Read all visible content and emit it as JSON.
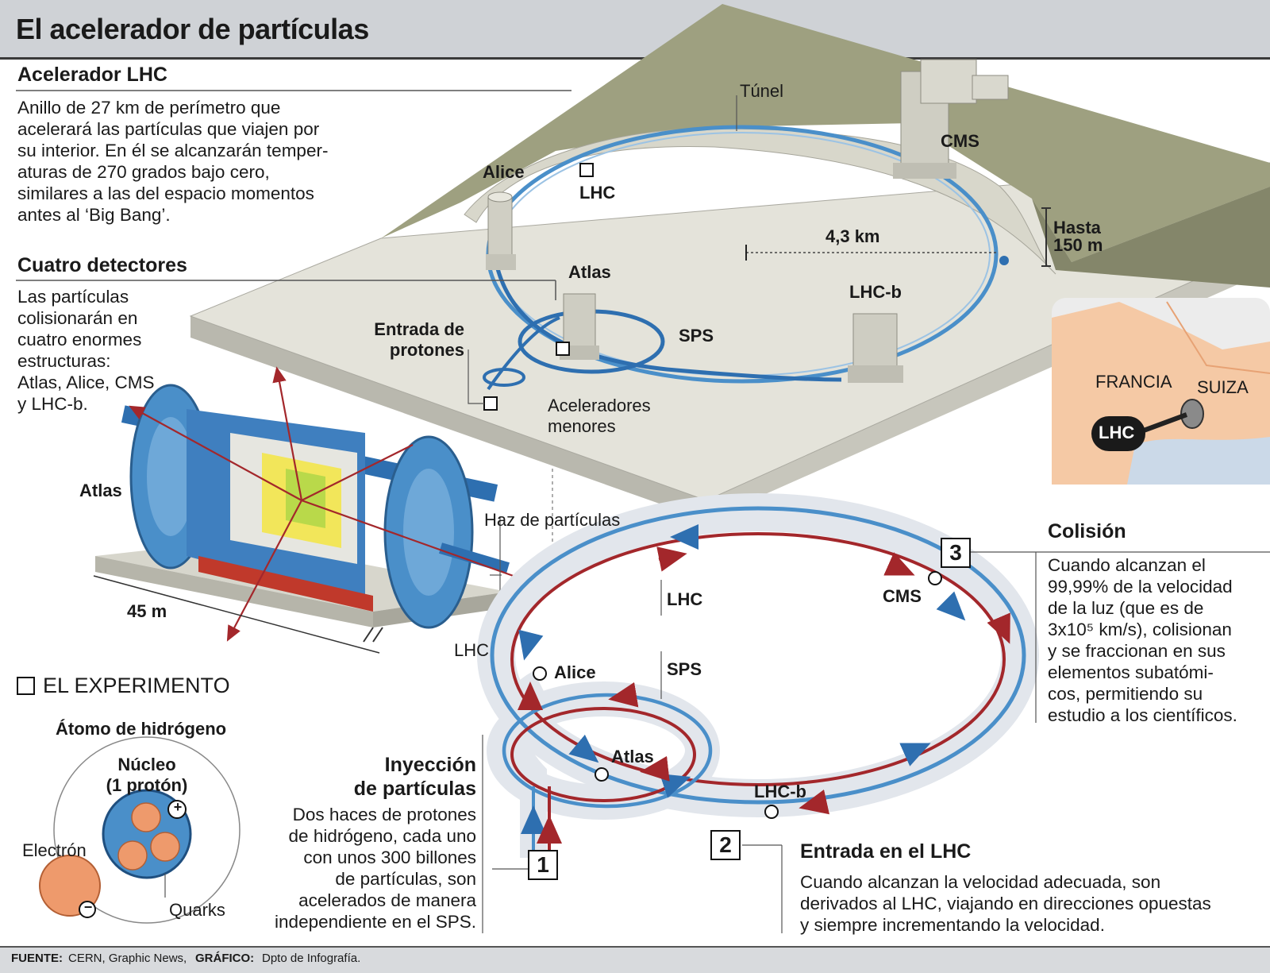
{
  "title": "El acelerador de partículas",
  "section_lhc": {
    "heading": "Acelerador LHC",
    "lines": [
      "Anillo de 27 km de perímetro que",
      "acelerará las partículas que viajen por",
      "su interior. En él se alcanzarán temper-",
      "aturas de 270 grados bajo cero,",
      "similares a las del espacio momentos",
      "antes al ‘Big Bang’."
    ]
  },
  "section_detectors": {
    "heading": "Cuatro detectores",
    "lines": [
      "Las partículas",
      "colisionarán en",
      "cuatro enormes",
      "estructuras:",
      "Atlas, Alice, CMS",
      "y LHC-b."
    ]
  },
  "map3d": {
    "tunel": "Túnel",
    "alice": "Alice",
    "lhc": "LHC",
    "cms": "CMS",
    "radius": "4,3 km",
    "depth_1": "Hasta",
    "depth_2": "150 m",
    "atlas": "Atlas",
    "lhcb": "LHC-b",
    "sps": "SPS",
    "entrada_1": "Entrada de",
    "entrada_2": "protones",
    "aceleradores_1": "Aceleradores",
    "aceleradores_2": "menores"
  },
  "locator": {
    "francia": "FRANCIA",
    "suiza": "SUIZA",
    "lhc": "LHC"
  },
  "atlas_detector": {
    "name": "Atlas",
    "haz": "Haz de partículas",
    "size": "45 m",
    "lhc": "LHC"
  },
  "experiment": {
    "heading": "EL EXPERIMENTO",
    "atom_title": "Átomo de hidrógeno",
    "nucleus_1": "Núcleo",
    "nucleus_2": "(1 protón)",
    "electron": "Electrón",
    "quarks": "Quarks",
    "plus": "+",
    "minus": "−"
  },
  "rings": {
    "lhc": "LHC",
    "sps": "SPS",
    "alice": "Alice",
    "atlas": "Atlas",
    "lhcb": "LHC-b",
    "cms": "CMS"
  },
  "steps": [
    {
      "number": "1",
      "heading_1": "Inyección",
      "heading_2": "de partículas",
      "lines": [
        "Dos haces de protones",
        "de hidrógeno, cada uno",
        "con unos 300 billones",
        "de partículas, son",
        "acelerados de manera",
        "independiente en el SPS."
      ]
    },
    {
      "number": "2",
      "heading": "Entrada en el LHC",
      "lines": [
        "Cuando alcanzan la velocidad adecuada, son",
        "derivados al LHC, viajando en direcciones opuestas",
        "y siempre incrementando la velocidad."
      ]
    },
    {
      "number": "3",
      "heading": "Colisión",
      "lines": [
        "Cuando alcanzan el",
        "99,99% de la velocidad",
        "de la luz (que es de",
        "3x10⁵ km/s), colisionan",
        "y se fraccionan en sus",
        "elementos subatómi-",
        "cos, permitiendo su",
        "estudio a los científicos."
      ]
    }
  ],
  "footer": {
    "source_label": "FUENTE:",
    "source": "CERN, Graphic News,",
    "graphic_label": "GRÁFICO:",
    "graphic": "Dpto de Infografía."
  },
  "colors": {
    "beam_blue": "#4a8fc9",
    "beam_red": "#a3272b",
    "ground": "#9ea080",
    "concrete": "#dcdbd2"
  }
}
